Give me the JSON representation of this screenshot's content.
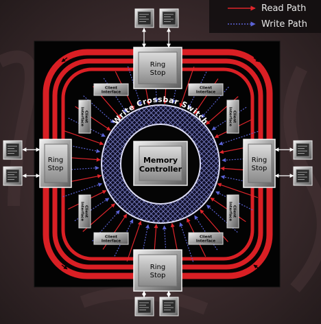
{
  "legend": {
    "read_path": "Read Path",
    "write_path": "Write Path"
  },
  "colors": {
    "read": "#e0252b",
    "write": "#5b63d6",
    "ring": "#d91f24",
    "board": "#030303"
  },
  "ring_stop_label": [
    "Ring",
    "Stop"
  ],
  "memory_controller_label": [
    "Memory",
    "Controller"
  ],
  "crossbar_label": "Write Crossbar Switch",
  "client_interface_label": [
    "Client",
    "Interface"
  ],
  "ring_stops": [
    "top",
    "left",
    "right",
    "bottom"
  ],
  "client_interface_count": 8,
  "external_module_count": 8
}
